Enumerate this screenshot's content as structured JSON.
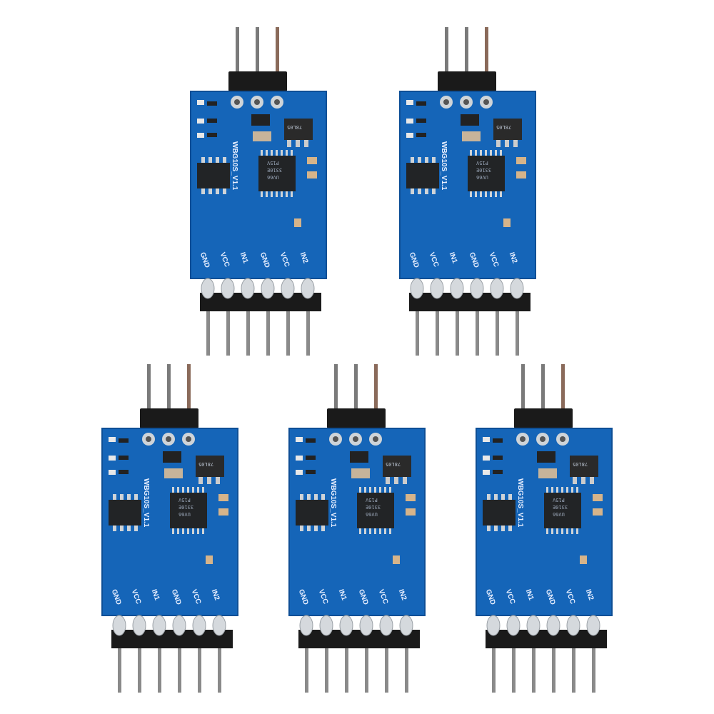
{
  "boards": [
    {
      "model": "WBG10S_V1.1",
      "pins": [
        "GND",
        "VCC",
        "IN1",
        "GND",
        "VCC",
        "IN2"
      ],
      "chip_top": "P15V",
      "chip_mid": "3310E",
      "chip_bot": "UV66",
      "reg": "78L05"
    },
    {
      "model": "WBG10S_V1.1",
      "pins": [
        "GND",
        "VCC",
        "IN1",
        "GND",
        "VCC",
        "IN2"
      ],
      "chip_top": "P15V",
      "chip_mid": "3310E",
      "chip_bot": "UV66",
      "reg": "78L05"
    },
    {
      "model": "WBG10S_V1.1",
      "pins": [
        "GND",
        "VCC",
        "IN1",
        "GND",
        "VCC",
        "IN2"
      ],
      "chip_top": "P15V",
      "chip_mid": "3310E",
      "chip_bot": "UV66",
      "reg": "78L05"
    },
    {
      "model": "WBG10S_V1.1",
      "pins": [
        "GND",
        "VCC",
        "IN1",
        "GND",
        "VCC",
        "IN2"
      ],
      "chip_top": "P15V",
      "chip_mid": "3310E",
      "chip_bot": "UV66",
      "reg": "78L05"
    },
    {
      "model": "WBG10S_V1.1",
      "pins": [
        "GND",
        "VCC",
        "IN1",
        "GND",
        "VCC",
        "IN2"
      ],
      "chip_top": "P15V",
      "chip_mid": "3310E",
      "chip_bot": "UV66",
      "reg": "78L05"
    }
  ],
  "colors": {
    "pcb": "#1565b8",
    "pcb_dark": "#0e4f96",
    "header": "#1a1a1a",
    "pin": "#8a8a8a",
    "chip": "#222426"
  }
}
